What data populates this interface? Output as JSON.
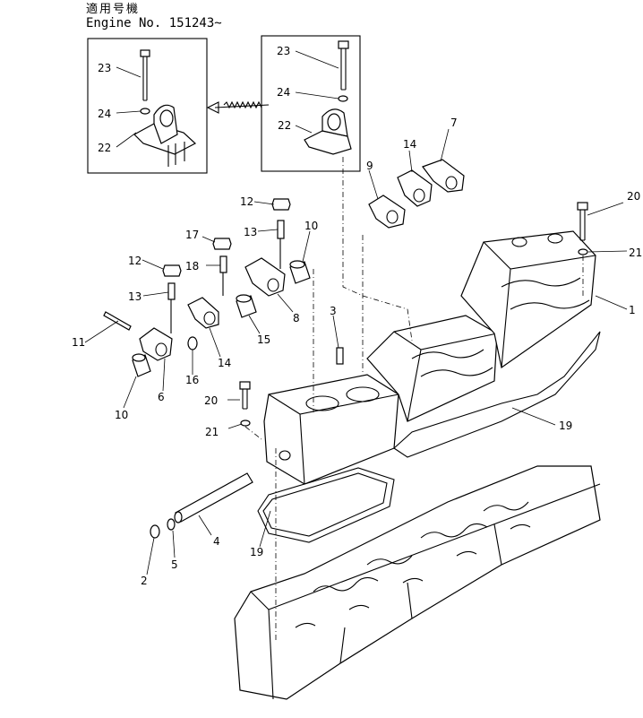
{
  "header": {
    "applicable_serial_jp": "適用号機",
    "engine_serial": "Engine  No. 151243~"
  },
  "part_labels": [
    "1",
    "2",
    "3",
    "4",
    "5",
    "6",
    "7",
    "8",
    "9",
    "10",
    "10",
    "11",
    "12",
    "12",
    "13",
    "13",
    "14",
    "14",
    "15",
    "16",
    "17",
    "18",
    "19",
    "19",
    "20",
    "20",
    "21",
    "21",
    "22",
    "22",
    "23",
    "23",
    "24",
    "24"
  ]
}
